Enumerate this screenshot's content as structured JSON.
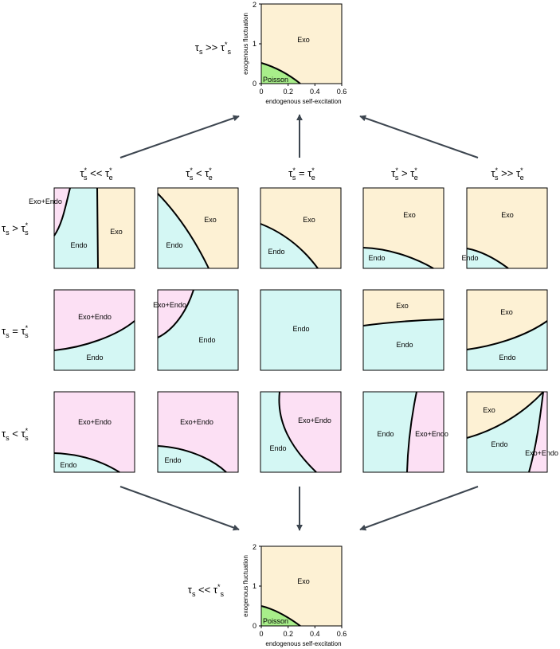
{
  "colors": {
    "exo": "#fdf1d4",
    "endo": "#d4f7f4",
    "exo_endo": "#fce0f4",
    "poisson": "#a8ee8a",
    "boundary": "#000000",
    "arrow": "#3d4650"
  },
  "top_plot": {
    "condition": "τs >> τ*s",
    "xlabel": "endogenous self-excitation",
    "ylabel": "exogenous fluctuation",
    "xticks": [
      "0",
      "0.2",
      "0.4",
      "0.6"
    ],
    "yticks": [
      "0",
      "1",
      "2"
    ],
    "xlim": [
      0,
      0.6
    ],
    "ylim": [
      0,
      2
    ],
    "region_labels": {
      "exo": "Exo",
      "poisson": "Poisson"
    }
  },
  "bottom_plot": {
    "condition": "τs << τ*s",
    "xlabel": "endogenous self-excitation",
    "ylabel": "exogenous fluctuation",
    "xticks": [
      "0",
      "0.2",
      "0.4",
      "0.6"
    ],
    "yticks": [
      "0",
      "1",
      "2"
    ],
    "xlim": [
      0,
      0.6
    ],
    "ylim": [
      0,
      2
    ],
    "region_labels": {
      "exo": "Exo",
      "poisson": "Poisson"
    }
  },
  "column_headers": [
    "τ*s << τ*e",
    "τ*s < τ*e",
    "τ*s = τ*e",
    "τ*s > τ*e",
    "τ*s >> τ*e"
  ],
  "row_headers": [
    "τs > τ*s",
    "τs = τ*s",
    "τs < τ*s"
  ],
  "grid": [
    [
      "Exo+Endo | Endo | Exo",
      "Endo | Exo",
      "Endo | Exo",
      "Exo | Endo",
      "Exo | Endo"
    ],
    [
      "Exo+Endo | Endo",
      "Exo+Endo | Endo",
      "Endo",
      "Exo | Endo",
      "Exo | Endo"
    ],
    [
      "Exo+Endo | Endo",
      "Exo+Endo | Endo",
      "Endo | Exo+Endo",
      "Endo | Exo+Endo",
      "Exo | Endo | Exo+Endo"
    ]
  ]
}
